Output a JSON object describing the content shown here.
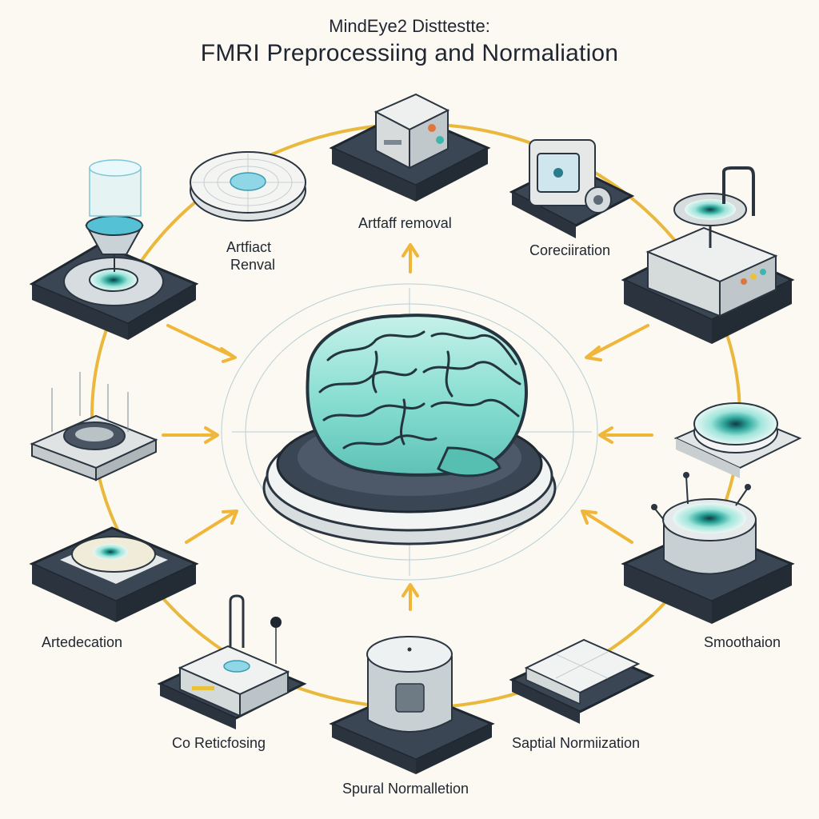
{
  "header": {
    "subtitle": "MindEye2 Disttestte:",
    "title": "FMRI Preprocessiing and Normaliation"
  },
  "labels": {
    "artifact_removal_top": "Artfaff removal",
    "artifact_removal_left_line1": "Artfiact",
    "artifact_removal_left_line2": "Renval",
    "coregistration": "Coreciiration",
    "artedecation": "Artedecation",
    "smoothing": "Smoothaion",
    "co_reticfosing": "Co Reticfosing",
    "saptial_normalization": "Saptial Normiization",
    "spural_normalization": "Spural Normalletion"
  },
  "colors": {
    "background": "#fbf9f1",
    "ring": "#e9b83c",
    "arrow": "#f0b63a",
    "base_dark": "#3b4654",
    "brain": "#8fe0d4",
    "brain_outline": "#24353f",
    "accent_teal": "#3fb6ab"
  },
  "icons": {
    "center": "brain-icon",
    "devices": [
      "drip-device-icon",
      "scan-disc-icon",
      "machine-box-icon",
      "computer-monitor-icon",
      "centrifuge-machine-icon",
      "grid-plate-icon",
      "spiral-plate-icon",
      "probe-device-icon",
      "disc-plate-icon",
      "cylinder-device-icon",
      "router-box-icon",
      "flat-plate-icon"
    ]
  }
}
